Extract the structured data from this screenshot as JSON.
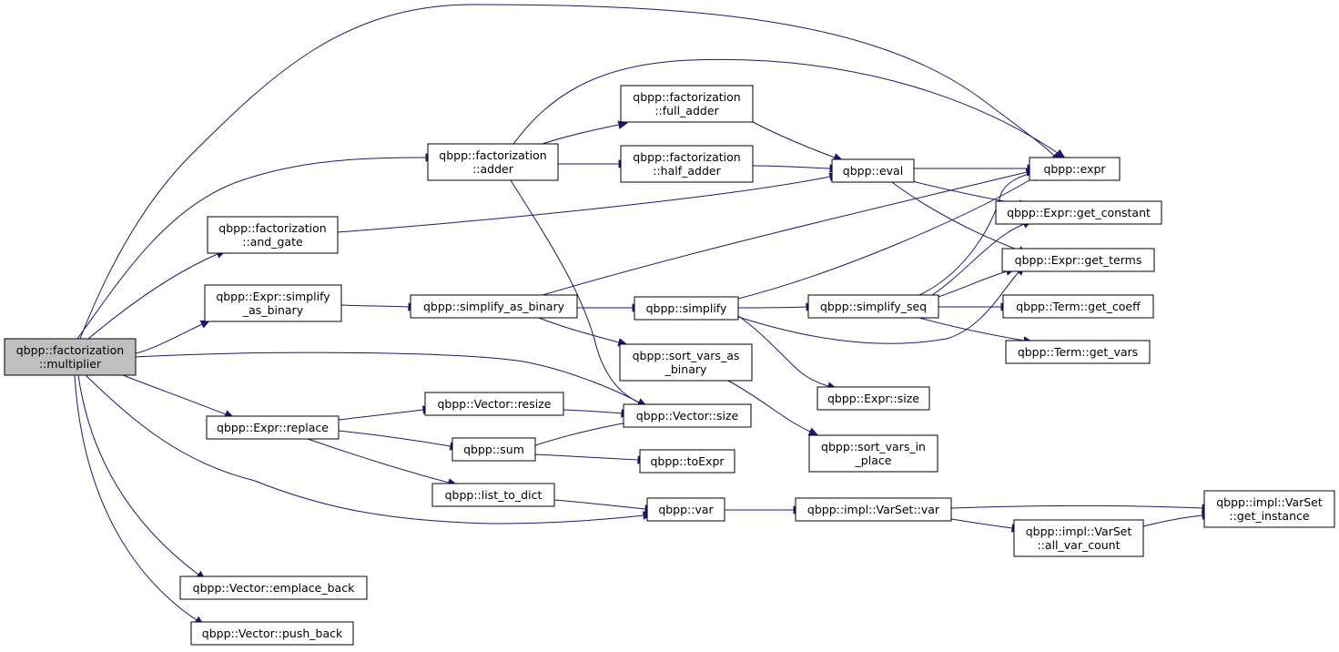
{
  "graph": {
    "nodes": {
      "multiplier": [
        "qbpp::factorization",
        "::multiplier"
      ],
      "adder": [
        "qbpp::factorization",
        "::adder"
      ],
      "and_gate": [
        "qbpp::factorization",
        "::and_gate"
      ],
      "simplify_as_binary_expr": [
        "qbpp::Expr::simplify",
        "_as_binary"
      ],
      "expr_replace": [
        "qbpp::Expr::replace"
      ],
      "emplace_back": [
        "qbpp::Vector::emplace_back"
      ],
      "push_back": [
        "qbpp::Vector::push_back"
      ],
      "full_adder": [
        "qbpp::factorization",
        "::full_adder"
      ],
      "half_adder": [
        "qbpp::factorization",
        "::half_adder"
      ],
      "simplify_as_binary": [
        "qbpp::simplify_as_binary"
      ],
      "vector_resize": [
        "qbpp::Vector::resize"
      ],
      "sum": [
        "qbpp::sum"
      ],
      "list_to_dict": [
        "qbpp::list_to_dict"
      ],
      "simplify": [
        "qbpp::simplify"
      ],
      "sort_vars_as_binary": [
        "qbpp::sort_vars_as",
        "_binary"
      ],
      "vector_size": [
        "qbpp::Vector::size"
      ],
      "toExpr": [
        "qbpp::toExpr"
      ],
      "var": [
        "qbpp::var"
      ],
      "eval": [
        "qbpp::eval"
      ],
      "simplify_seq": [
        "qbpp::simplify_seq"
      ],
      "expr_size": [
        "qbpp::Expr::size"
      ],
      "sort_vars_in_place": [
        "qbpp::sort_vars_in",
        "_place"
      ],
      "varset_var": [
        "qbpp::impl::VarSet::var"
      ],
      "expr": [
        "qbpp::expr"
      ],
      "get_constant": [
        "qbpp::Expr::get_constant"
      ],
      "get_terms": [
        "qbpp::Expr::get_terms"
      ],
      "get_coeff": [
        "qbpp::Term::get_coeff"
      ],
      "get_vars": [
        "qbpp::Term::get_vars"
      ],
      "all_var_count": [
        "qbpp::impl::VarSet",
        "::all_var_count"
      ],
      "get_instance": [
        "qbpp::impl::VarSet",
        "::get_instance"
      ]
    }
  },
  "colors": {
    "edge": "#191970",
    "root_fill": "#bfbfbf",
    "node_fill": "#ffffff",
    "node_border": "#000000"
  }
}
